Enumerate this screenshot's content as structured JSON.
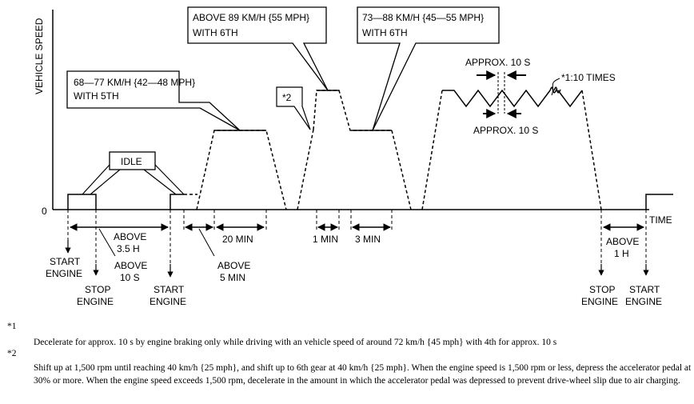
{
  "diagram": {
    "y_axis_label": "VEHICLE SPEED",
    "x_axis_label": "TIME",
    "origin_label": "0",
    "callouts": {
      "idle": "IDLE",
      "fifth_gear": [
        "68—77 KM/H {42—48 MPH}",
        "WITH 5TH"
      ],
      "above_89": [
        "ABOVE 89 KM/H {55 MPH}",
        "WITH 6TH"
      ],
      "sixth_gear": [
        "73—88 KM/H {45—55 MPH}",
        "WITH 6TH"
      ],
      "note2_ref": "*2",
      "approx_top": "APPROX. 10 S",
      "approx_bottom": "APPROX. 10 S",
      "times": "*1:10 TIMES"
    },
    "durations": {
      "above_3_5h": [
        "ABOVE",
        "3.5 H"
      ],
      "twenty_min": "20 MIN",
      "one_min": "1 MIN",
      "three_min": "3 MIN",
      "above_1h": [
        "ABOVE",
        "1 H"
      ]
    },
    "events": {
      "start_engine_1": [
        "START",
        "ENGINE"
      ],
      "above_10s": [
        "ABOVE",
        "10 S"
      ],
      "stop_engine_1": [
        "STOP",
        "ENGINE"
      ],
      "start_engine_2": [
        "START",
        "ENGINE"
      ],
      "above_5min": [
        "ABOVE",
        "5 MIN"
      ],
      "stop_engine_2": [
        "STOP",
        "ENGINE"
      ],
      "start_engine_3": [
        "START",
        "ENGINE"
      ]
    }
  },
  "notes": [
    {
      "mark": "*1",
      "text": "Decelerate for approx. 10 s by engine braking only while driving with an vehicle speed of around 72 km/h {45 mph} with 4th for approx. 10 s"
    },
    {
      "mark": "*2",
      "text": "Shift up at 1,500 rpm until reaching 40 km/h {25 mph}, and shift up to 6th gear at 40 km/h {25 mph}. When the engine speed is 1,500 rpm or less, depress the accelerator pedal at 30% or more. When the engine speed exceeds 1,500 rpm, decelerate in the amount in which the accelerator pedal was depressed to prevent drive-wheel slip due to air charging."
    }
  ]
}
